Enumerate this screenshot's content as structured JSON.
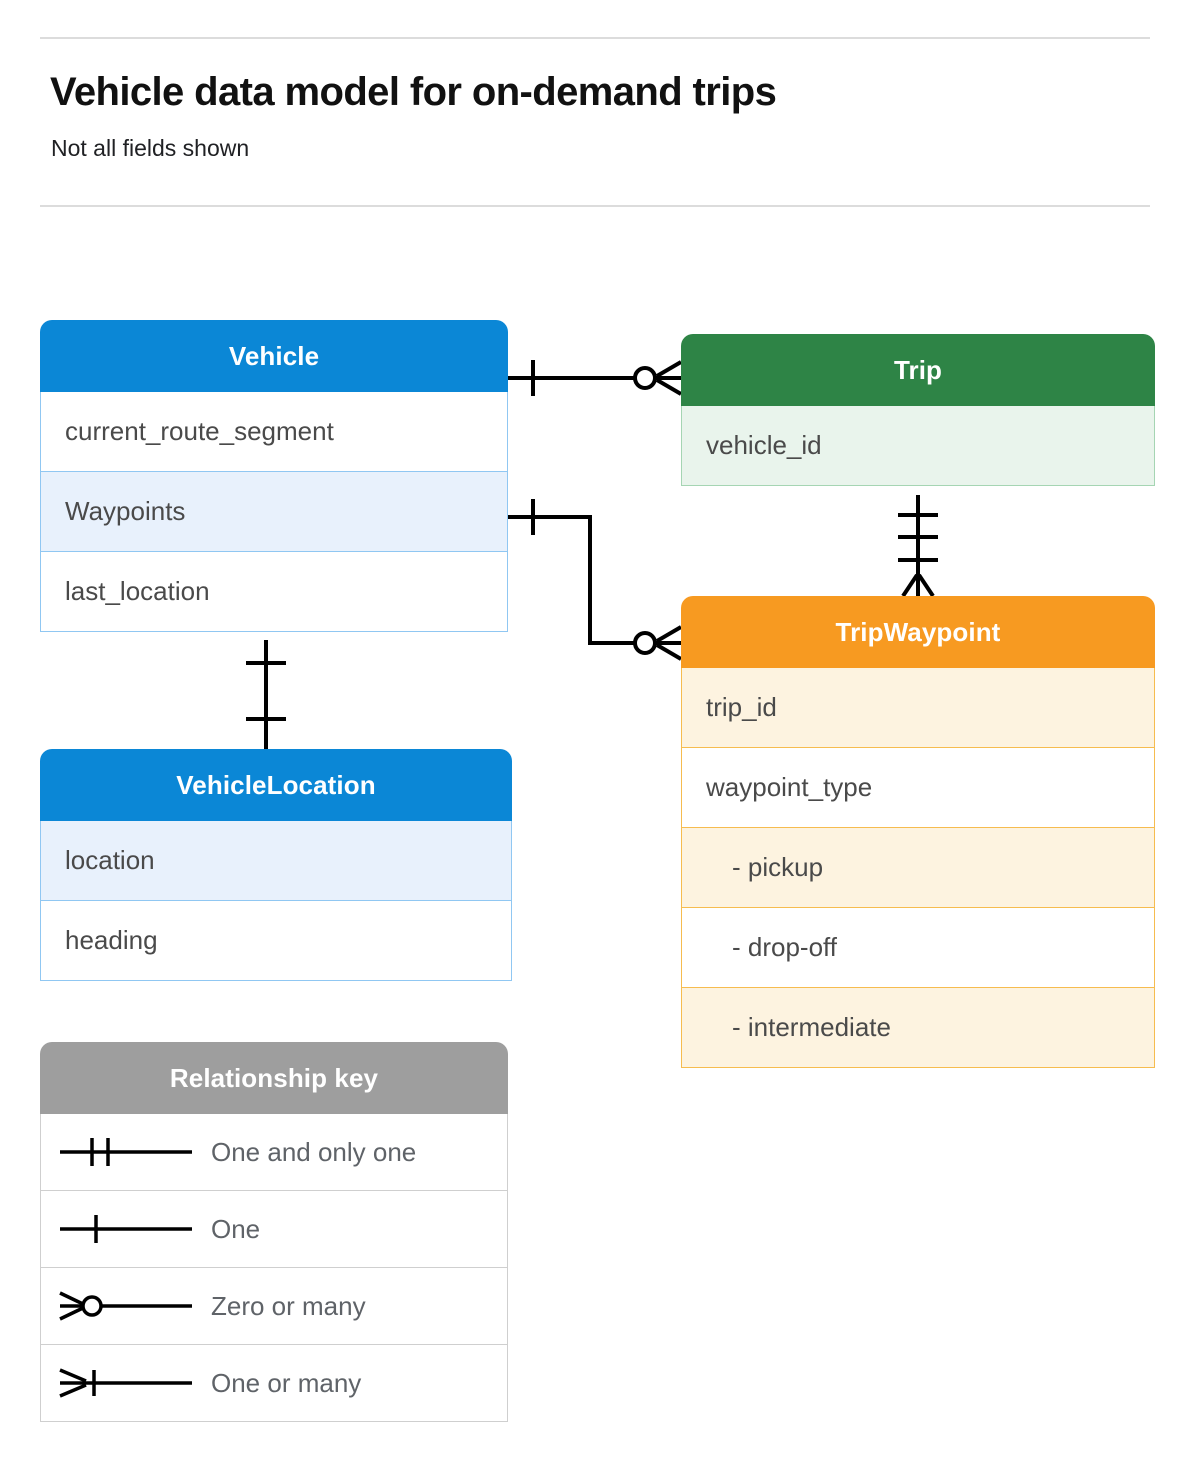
{
  "header": {
    "title": "Vehicle data model for on-demand trips",
    "subtitle": "Not all fields shown"
  },
  "colors": {
    "blue_header": "#0b87d6",
    "blue_row_alt": "#e8f1fc",
    "blue_border": "#90c7f2",
    "green_header": "#2e8446",
    "green_row_alt": "#e9f4ec",
    "green_border": "#a5d5b3",
    "orange_header": "#f79a21",
    "orange_row_alt": "#fdf3e0",
    "orange_border": "#f6bc4f",
    "grey_header": "#9e9e9e",
    "grey_row_alt": "#ebebeb",
    "line": "#000000"
  },
  "entities": [
    {
      "name": "Vehicle",
      "theme": "blue",
      "fields": [
        {
          "label": "current_route_segment",
          "highlight": false
        },
        {
          "label": "Waypoints",
          "highlight": true
        },
        {
          "label": "last_location",
          "highlight": false
        }
      ]
    },
    {
      "name": "Trip",
      "theme": "green",
      "fields": [
        {
          "label": "vehicle_id",
          "highlight": true
        }
      ]
    },
    {
      "name": "TripWaypoint",
      "theme": "orange",
      "fields": [
        {
          "label": "trip_id",
          "highlight": true,
          "indent": false
        },
        {
          "label": "waypoint_type",
          "highlight": false,
          "indent": false
        },
        {
          "label": "-  pickup",
          "highlight": true,
          "indent": true
        },
        {
          "label": "-  drop-off",
          "highlight": false,
          "indent": true
        },
        {
          "label": "-  intermediate",
          "highlight": true,
          "indent": true
        }
      ]
    },
    {
      "name": "VehicleLocation",
      "theme": "blue",
      "fields": [
        {
          "label": "location",
          "highlight": true
        },
        {
          "label": "heading",
          "highlight": false
        }
      ]
    }
  ],
  "legend": {
    "title": "Relationship key",
    "rows": [
      {
        "symbol": "one-and-only-one",
        "label": "One and only one"
      },
      {
        "symbol": "one",
        "label": "One"
      },
      {
        "symbol": "zero-or-many",
        "label": "Zero or many"
      },
      {
        "symbol": "one-or-many",
        "label": "One or many"
      }
    ]
  },
  "relationships": [
    {
      "from": "Vehicle",
      "to": "Trip",
      "from_cardinality": "one",
      "to_cardinality": "zero-or-many"
    },
    {
      "from": "Vehicle.Waypoints",
      "to": "TripWaypoint",
      "from_cardinality": "one",
      "to_cardinality": "zero-or-many"
    },
    {
      "from": "Trip",
      "to": "TripWaypoint",
      "from_cardinality": "one-and-only-one",
      "to_cardinality": "one-or-many"
    },
    {
      "from": "Vehicle",
      "to": "VehicleLocation",
      "from_cardinality": "one",
      "to_cardinality": "one"
    }
  ]
}
